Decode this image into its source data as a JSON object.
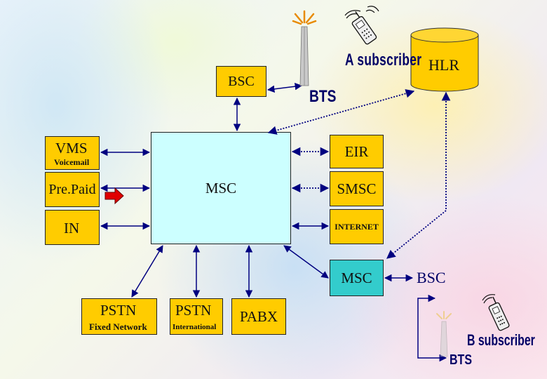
{
  "nodes": {
    "bsc_top": "BSC",
    "hlr": "HLR",
    "a_subscriber": "A subscriber",
    "bts_top": "BTS",
    "vms": "VMS",
    "voicemail": "Voicemail",
    "prepaid": "Pre.Paid",
    "in": "IN",
    "msc_main": "MSC",
    "eir": "EIR",
    "smsc": "SMSC",
    "internet": "INTERNET",
    "msc_b": "MSC",
    "bsc_b": "BSC",
    "pstn_fixed": "PSTN",
    "fixed_network": "Fixed Network",
    "pstn_intl": "PSTN",
    "international": "International",
    "pabx": "PABX",
    "b_subscriber": "B subscriber",
    "bts_bottom": "BTS"
  },
  "colors": {
    "yellow_box": "#ffcc00",
    "msc_box": "#ccffff",
    "msc_b_box": "#33cccc",
    "arrow": "#000080",
    "hlr_cylinder": "#ffcc00",
    "red_arrow": "#e00000",
    "text_navy": "#000066"
  },
  "icons": [
    "antenna-tower-icon",
    "mobile-phone-icon",
    "red-arrow-icon",
    "database-cylinder-icon"
  ]
}
